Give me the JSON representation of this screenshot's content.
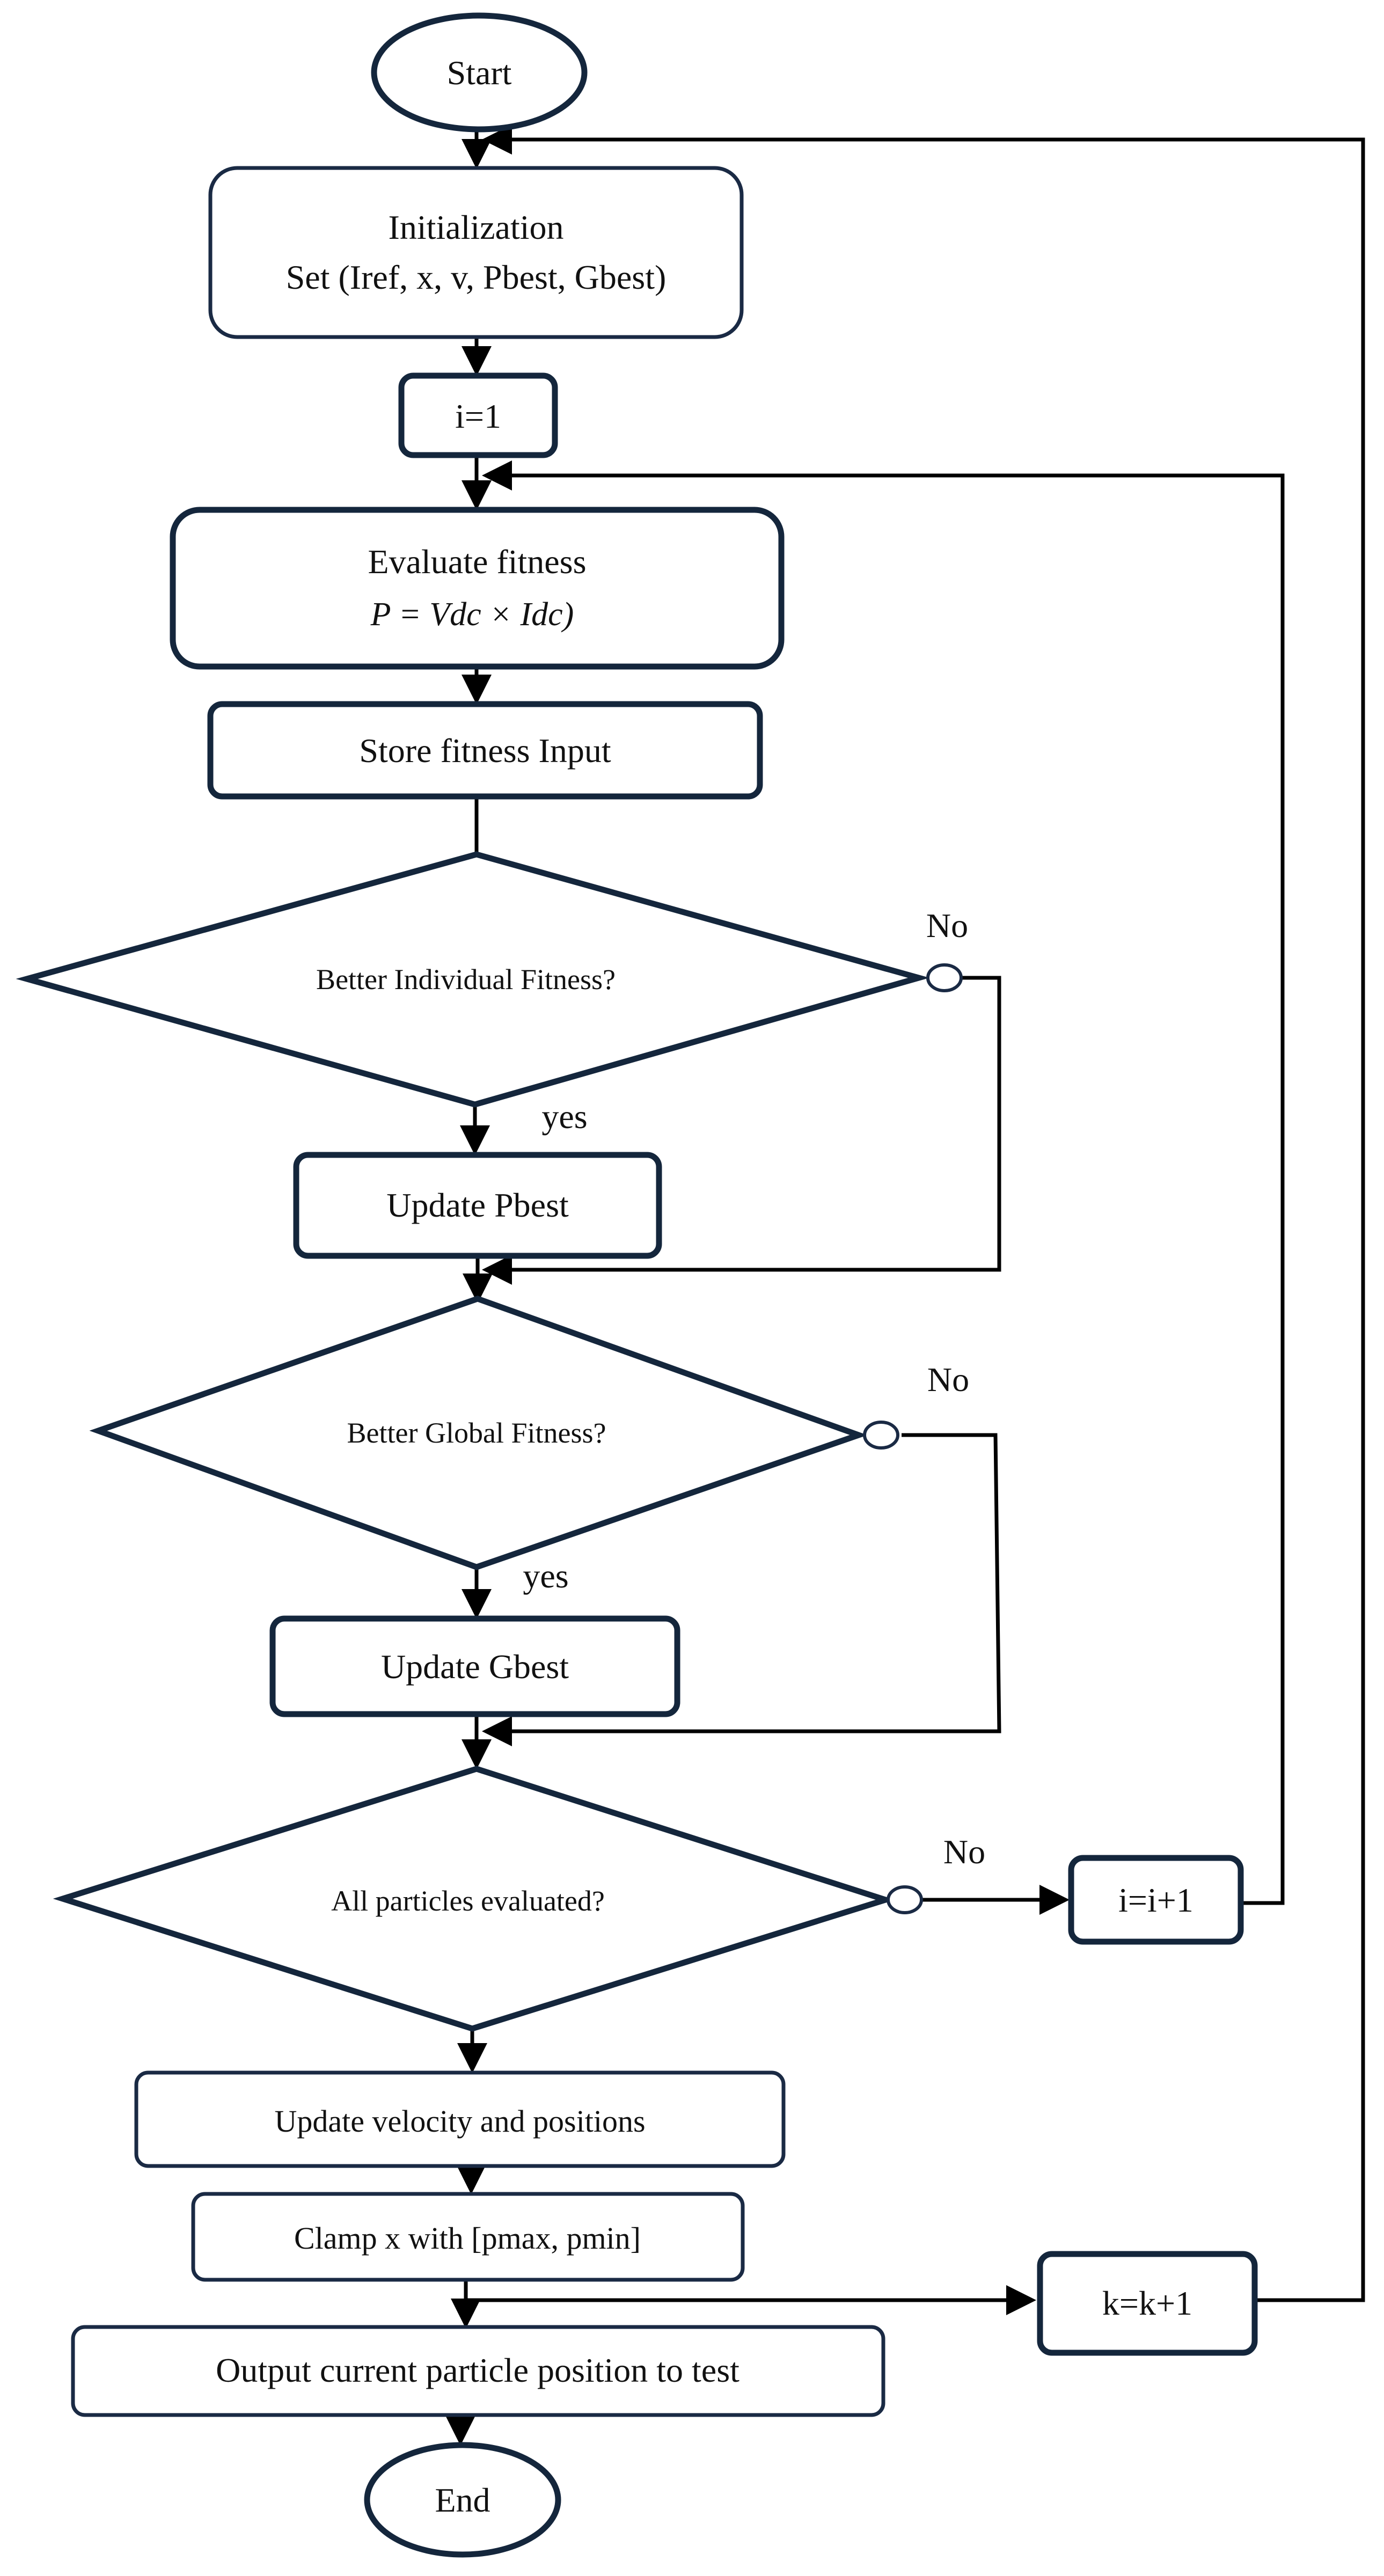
{
  "nodes": {
    "start": "Start",
    "init_line1": "Initialization",
    "init_line2": "Set (Iref, x, v, Pbest, Gbest)",
    "i_init": "i=1",
    "eval_line1": "Evaluate fitness",
    "eval_formula": "P = Vdc × Idc)",
    "store": "Store fitness Input",
    "decision_individual": "Better Individual Fitness?",
    "update_pbest": "Update Pbest",
    "decision_global": "Better Global Fitness?",
    "update_gbest": "Update Gbest",
    "decision_all": "All particles evaluated?",
    "i_increment": "i=i+1",
    "update_velocity": "Update velocity and positions",
    "clamp": "Clamp x with [pmax, pmin]",
    "k_increment": "k=k+1",
    "output": "Output current particle position to test",
    "end": "End"
  },
  "edge_labels": {
    "individual_no": "No",
    "individual_yes": "yes",
    "global_no": "No",
    "global_yes": "yes",
    "all_no": "No"
  },
  "colors": {
    "outline": "#1a2a44",
    "arrow": "#000000",
    "text": "#111111",
    "background": "#ffffff"
  }
}
